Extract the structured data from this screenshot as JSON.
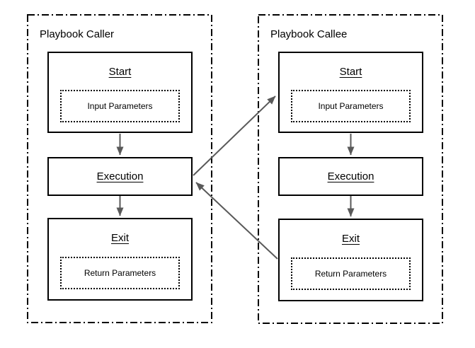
{
  "diagram": {
    "colors": {
      "background": "#ffffff",
      "border": "#000000",
      "text": "#000000",
      "arrow": "#595959"
    },
    "playbooks": [
      {
        "title": "Playbook Caller",
        "nodes": {
          "start": {
            "label": "Start",
            "param": "Input Parameters"
          },
          "execution": {
            "label": "Execution"
          },
          "exit": {
            "label": "Exit",
            "param": "Return Parameters"
          }
        }
      },
      {
        "title": "Playbook Callee",
        "nodes": {
          "start": {
            "label": "Start",
            "param": "Input Parameters"
          },
          "execution": {
            "label": "Execution"
          },
          "exit": {
            "label": "Exit",
            "param": "Return Parameters"
          }
        }
      }
    ],
    "edges": [
      {
        "from": "caller-start",
        "to": "caller-execution"
      },
      {
        "from": "caller-execution",
        "to": "caller-exit"
      },
      {
        "from": "callee-start",
        "to": "callee-execution"
      },
      {
        "from": "callee-execution",
        "to": "callee-exit"
      },
      {
        "from": "caller-execution",
        "to": "callee-start"
      },
      {
        "from": "callee-exit",
        "to": "caller-execution"
      }
    ]
  }
}
